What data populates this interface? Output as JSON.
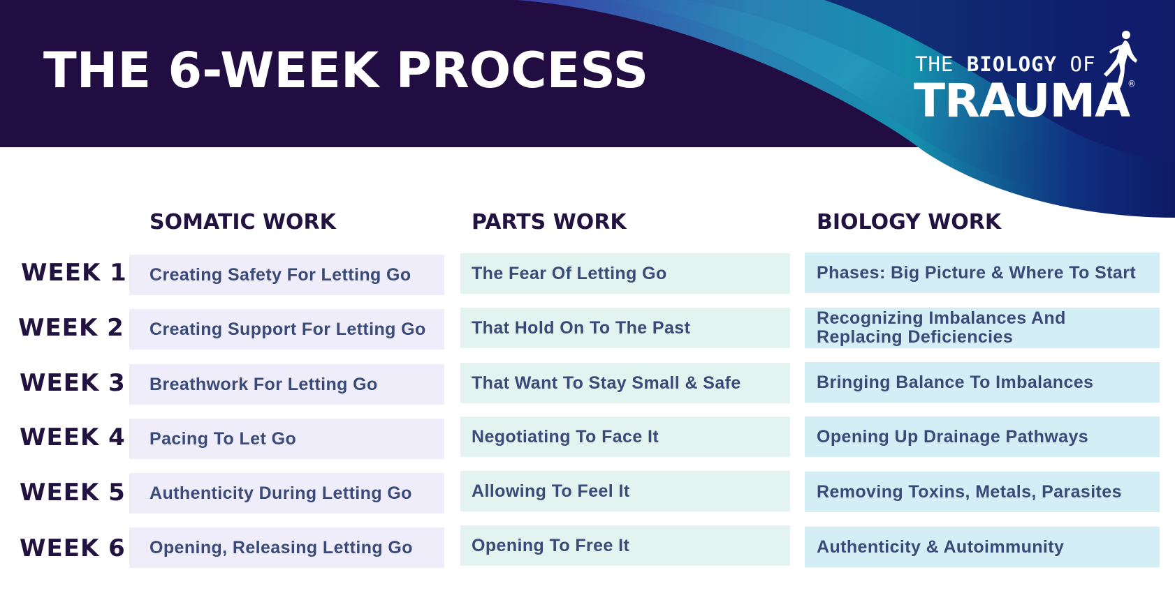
{
  "title": "THE 6-WEEK PROCESS",
  "logo": {
    "line1_light": "THE ",
    "line1_bold": "BIOLOGY",
    "line1_end": " OF",
    "line2": "TRAUMA",
    "registered": "®"
  },
  "columns": {
    "somatic": "SOMATIC WORK",
    "parts": "PARTS WORK",
    "biology": "BIOLOGY WORK"
  },
  "weeks": [
    {
      "label": "WEEK 1",
      "somatic": "Creating Safety For Letting Go",
      "parts": "The Fear Of Letting Go",
      "biology": "Phases: Big Picture & Where To Start"
    },
    {
      "label": "WEEK 2",
      "somatic": "Creating Support For Letting Go",
      "parts": "That Hold On To The Past",
      "biology": "Recognizing Imbalances And Replacing Deficiencies"
    },
    {
      "label": "WEEK 3",
      "somatic": "Breathwork For Letting Go",
      "parts": "That Want To Stay Small & Safe",
      "biology": "Bringing Balance To Imbalances"
    },
    {
      "label": "WEEK 4",
      "somatic": "Pacing To Let Go",
      "parts": "Negotiating To Face It",
      "biology": "Opening Up Drainage Pathways"
    },
    {
      "label": "WEEK 5",
      "somatic": "Authenticity During Letting Go",
      "parts": "Allowing To Feel It",
      "biology": "Removing Toxins, Metals, Parasites"
    },
    {
      "label": "WEEK 6",
      "somatic": "Opening, Releasing Letting Go",
      "parts": "Opening To Free It",
      "biology": "Authenticity & Autoimmunity"
    }
  ],
  "colors": {
    "banner_dark": "#220d42",
    "banner_navy": "#0f1c6b",
    "banner_teal": "#1485a8",
    "text_dark": "#22123f",
    "cell_text": "#3a4a78",
    "somatic_bg": "#efedf9",
    "parts_bg": "#e3f3f0",
    "biology_bg": "#d3eef5"
  }
}
